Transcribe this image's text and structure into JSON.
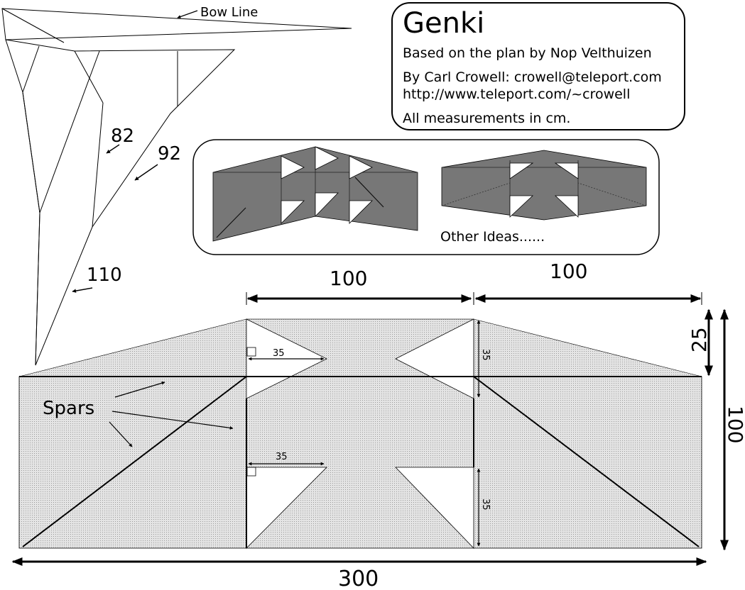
{
  "title_box": {
    "title": "Genki",
    "subtitle": "Based on the plan by Nop Velthuizen",
    "author": "By Carl Crowell:  crowell@teleport.com",
    "url": "http://www.teleport.com/~crowell",
    "units_note": "All measurements in cm."
  },
  "bridle": {
    "bow_line_label": "Bow Line",
    "line_82": "82",
    "line_92": "92",
    "line_110": "110"
  },
  "other_ideas": {
    "label": "Other Ideas......"
  },
  "dimensions": {
    "top_left": "100",
    "top_right": "100",
    "right_small": "25",
    "right_large": "100",
    "bottom": "300",
    "vent_upper_width": "35",
    "vent_lower_width": "35",
    "vent_upper_height": "35",
    "vent_lower_height": "35"
  },
  "annotations": {
    "spars_label": "Spars"
  },
  "colors": {
    "sail_fill": "#d8d8d8",
    "idea_fill": "#777777",
    "line": "#000000"
  }
}
